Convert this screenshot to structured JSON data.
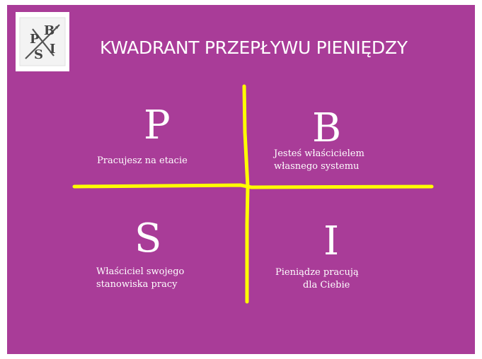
{
  "slide": {
    "title": "KWADRANT PRZEPŁYWU PIENIĘDZY",
    "background_color": "#a93c98",
    "divider_color": "#ffff00"
  },
  "logo": {
    "letters": [
      "P",
      "B",
      "S",
      "I"
    ]
  },
  "quadrants": [
    {
      "letter": "P",
      "lines": [
        "Pracujesz na etacie"
      ]
    },
    {
      "letter": "B",
      "lines": [
        "Jesteś właścicielem",
        "własnego systemu"
      ]
    },
    {
      "letter": "S",
      "lines": [
        "Właściciel swojego",
        "stanowiska pracy"
      ]
    },
    {
      "letter": "I",
      "lines": [
        "Pieniądze pracują",
        "dla Ciebie"
      ]
    }
  ]
}
